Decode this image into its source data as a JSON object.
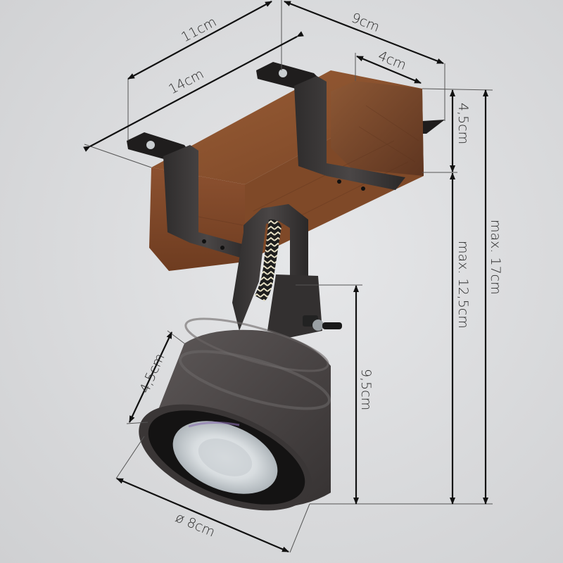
{
  "diagram": {
    "subject": "Ceiling spotlight with wooden beam base",
    "colors": {
      "background": "#dcdde0",
      "wood": "#8a5230",
      "wood_dark": "#6b3d22",
      "metal": "#3a3838",
      "metal_light": "#5c5858",
      "cable_light": "#e8e2c8",
      "cable_dark": "#222222",
      "dimension_line": "#111111"
    },
    "dimensions": {
      "base_depth": "11cm",
      "bracket_width": "9cm",
      "base_length": "14cm",
      "beam_width": "4cm",
      "beam_height": "4,5cm",
      "spot_height": "9,5cm",
      "max_height_below_base": "max. 12,5cm",
      "max_total_height": "max. 17cm",
      "shade_depth": "4,5cm",
      "shade_diameter": "ø 8cm"
    }
  }
}
